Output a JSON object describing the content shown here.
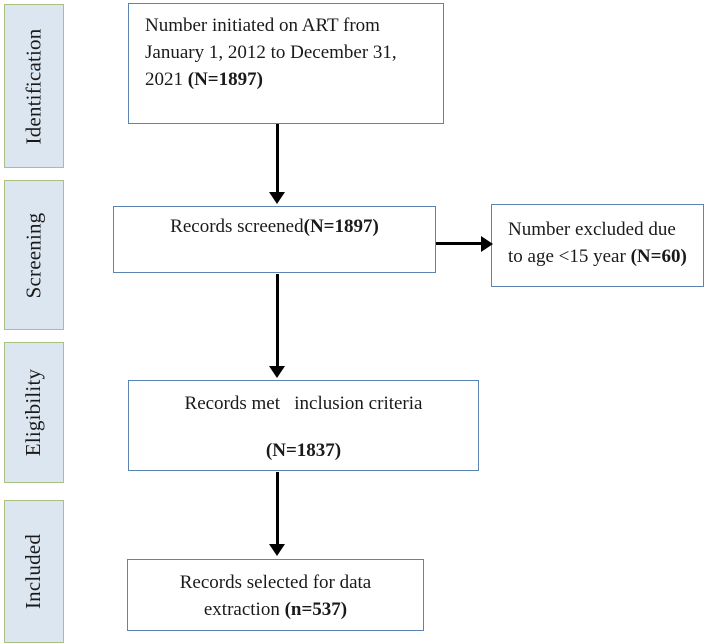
{
  "diagram": {
    "title": "PRISMA-style record selection flow diagram",
    "colors": {
      "stage_fill": "#dce6f1",
      "stage_border": "#a8c283",
      "box_border": "#5b84b1",
      "box_fill": "#ffffff",
      "arrow": "#000000",
      "background": "#ffffff"
    },
    "stages": [
      {
        "id": "identification",
        "label": "Identification"
      },
      {
        "id": "screening",
        "label": "Screening"
      },
      {
        "id": "eligibility",
        "label": "Eligibility"
      },
      {
        "id": "included",
        "label": "Included"
      }
    ],
    "boxes": {
      "initiated": {
        "line1": "Number initiated on ART from",
        "line2": "January 1, 2012 to December 31,",
        "line3_prefix": "2021 ",
        "line3_count": "(N=1897)"
      },
      "screened": {
        "text_prefix": "Records screened",
        "count": "(N=1897)"
      },
      "excluded": {
        "line1": "Number excluded due",
        "line2_prefix": "to age <15 year ",
        "line2_count": "(N=60)"
      },
      "inclusion": {
        "line1": "Records met   inclusion criteria",
        "line2_count": "(N=1837)"
      },
      "selected": {
        "line1": "Records selected for data",
        "line2_prefix": "extraction ",
        "line2_count": "(n=537)"
      }
    },
    "arrows": [
      {
        "id": "initiated-to-screened",
        "direction": "down"
      },
      {
        "id": "screened-to-inclusion",
        "direction": "down"
      },
      {
        "id": "inclusion-to-selected",
        "direction": "down"
      },
      {
        "id": "screened-to-excluded",
        "direction": "right"
      }
    ]
  }
}
